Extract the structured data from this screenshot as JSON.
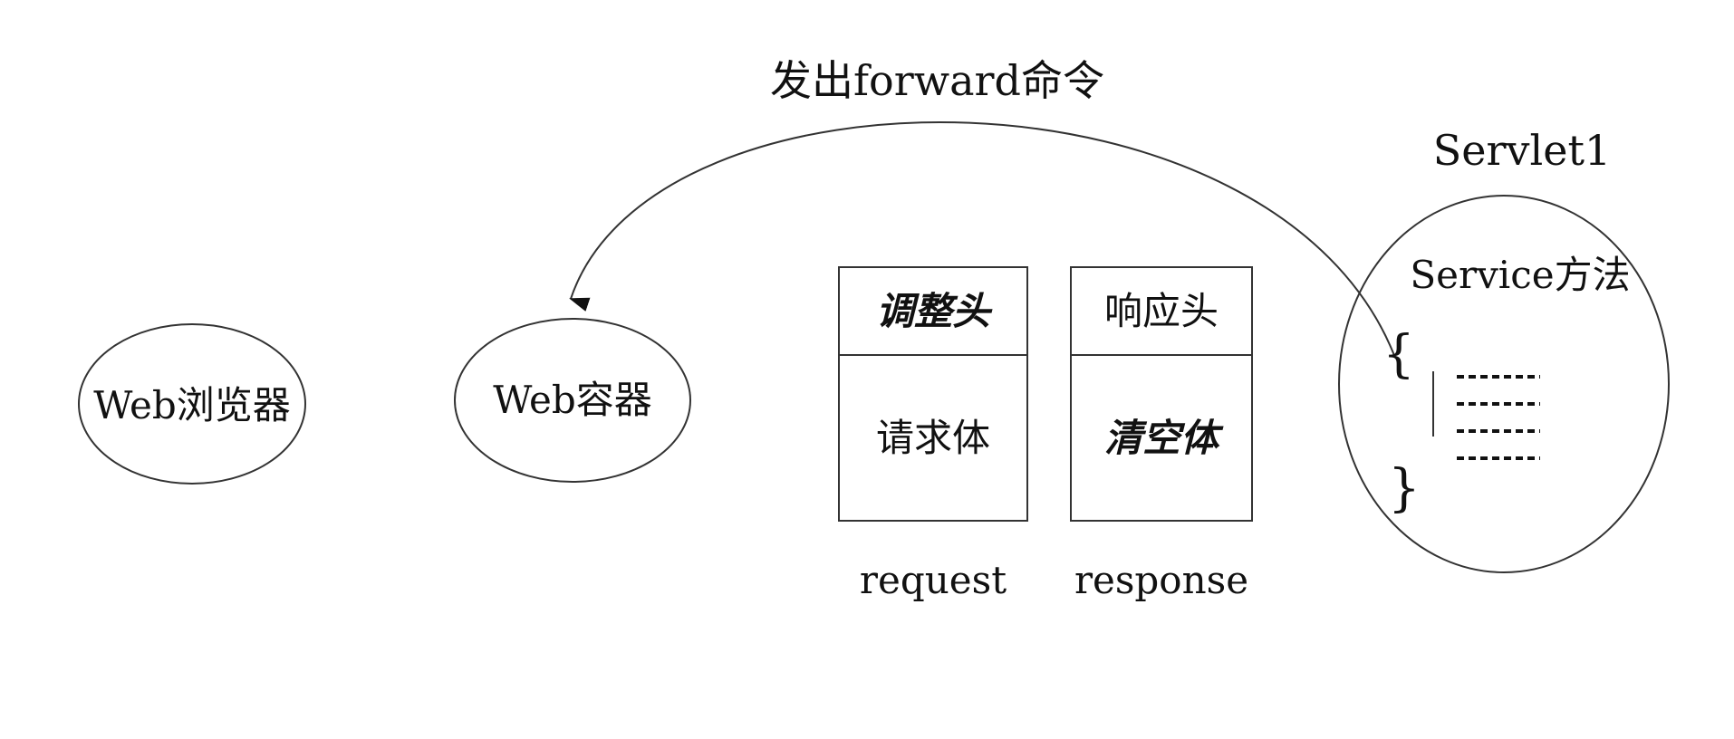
{
  "title": "发出forward命令",
  "nodes": {
    "browser": "Web浏览器",
    "container": "Web容器",
    "servlet_name": "Servlet1",
    "service_method": "Service方法",
    "brace_open": "{",
    "brace_close": "}"
  },
  "request_box": {
    "header": "调整头",
    "body": "请求体",
    "caption": "request"
  },
  "response_box": {
    "header": "响应头",
    "body": "清空体",
    "caption": "response"
  },
  "icons": {
    "arrow": "arrow-head-icon",
    "code_lines": "dotted-code-lines-icon"
  }
}
